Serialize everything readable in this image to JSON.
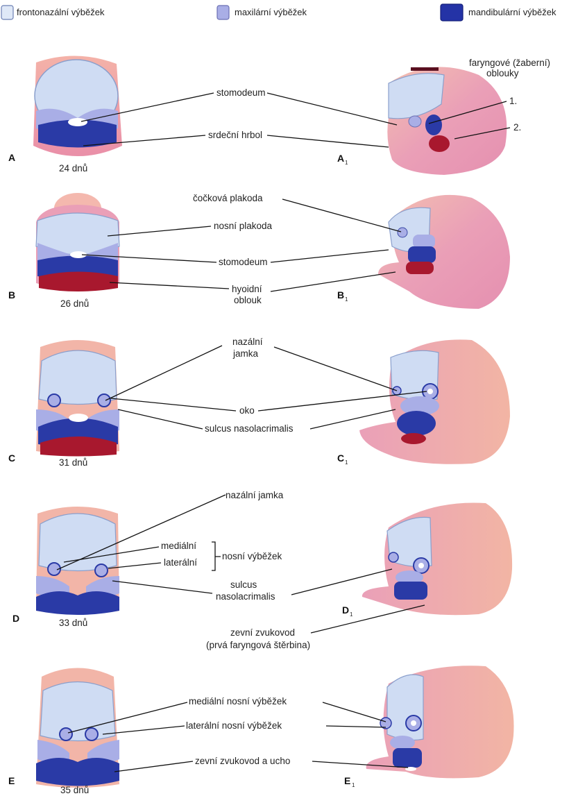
{
  "legend": {
    "frontonasal": "frontonazální výběžek",
    "maxillary": "maxilární výběžek",
    "mandibular": "mandibulární výběžek"
  },
  "colors": {
    "frontonasal": "#cfdcf3",
    "maxillary": "#a9aee6",
    "mandibular": "#2a3aa6",
    "hyoid": "#a8182e",
    "body_pink": "#e8a0b8",
    "head_peach": "#f2b7a6"
  },
  "rows": {
    "a": {
      "letter": "A",
      "side": "A",
      "sub": "1",
      "age": "24 dnů"
    },
    "b": {
      "letter": "B",
      "side": "B",
      "sub": "1",
      "age": "26 dnů"
    },
    "c": {
      "letter": "C",
      "side": "C",
      "sub": "1",
      "age": "31 dnů"
    },
    "d": {
      "letter": "D",
      "side": "D",
      "sub": "1",
      "age": "33 dnů"
    },
    "e": {
      "letter": "E",
      "side": "E",
      "sub": "1",
      "age": "35 dnů"
    }
  },
  "labels": {
    "pharyngeal_1": "faryngové (žaberní)",
    "pharyngeal_2": "oblouky",
    "arch1": "1.",
    "arch2": "2.",
    "stomodeum_a": "stomodeum",
    "heart": "srdeční hrbol",
    "lens": "čočková plakoda",
    "nasal_placode": "nosní plakoda",
    "stomodeum_b": "stomodeum",
    "hyoid_1": "hyoidní",
    "hyoid_2": "oblouk",
    "nasal_pit_c1": "nazální",
    "nasal_pit_c2": "jamka",
    "eye": "oko",
    "sulcus_c": "sulcus nasolacrimalis",
    "nasal_pit_d": "nazální jamka",
    "medial": "mediální",
    "lateral": "laterální",
    "nasal_process": "nosní výběžek",
    "sulcus_d1": "sulcus",
    "sulcus_d2": "nasolacrimalis",
    "ear_d1": "zevní zvukovod",
    "ear_d2": "(prvá faryngová štěrbina)",
    "medial_e": "mediální nosní výběžek",
    "lateral_e": "laterální nosní výběžek",
    "ear_e": "zevní zvukovod a ucho"
  }
}
